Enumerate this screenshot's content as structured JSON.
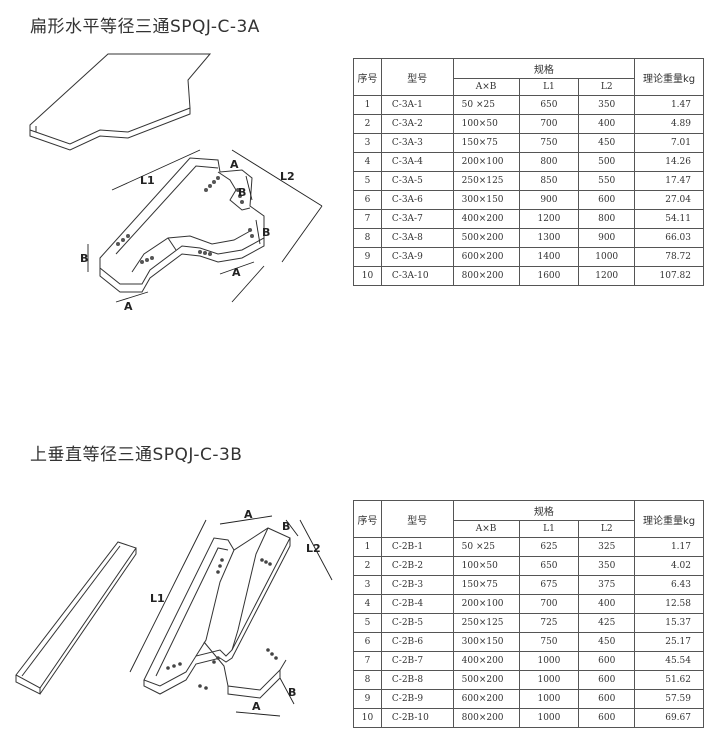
{
  "sections": [
    {
      "title": "扁形水平等径三通SPQJ-C-3A",
      "headers": {
        "no": "序号",
        "model": "型号",
        "spec": "规格",
        "axb": "A×B",
        "l1": "L1",
        "l2": "L2",
        "weight": "理论重量kg"
      },
      "rows": [
        {
          "no": "1",
          "model": "C-3A-1",
          "axb": "50 ×25",
          "l1": "650",
          "l2": "350",
          "weight": "1.47"
        },
        {
          "no": "2",
          "model": "C-3A-2",
          "axb": "100×50",
          "l1": "700",
          "l2": "400",
          "weight": "4.89"
        },
        {
          "no": "3",
          "model": "C-3A-3",
          "axb": "150×75",
          "l1": "750",
          "l2": "450",
          "weight": "7.01"
        },
        {
          "no": "4",
          "model": "C-3A-4",
          "axb": "200×100",
          "l1": "800",
          "l2": "500",
          "weight": "14.26"
        },
        {
          "no": "5",
          "model": "C-3A-5",
          "axb": "250×125",
          "l1": "850",
          "l2": "550",
          "weight": "17.47"
        },
        {
          "no": "6",
          "model": "C-3A-6",
          "axb": "300×150",
          "l1": "900",
          "l2": "600",
          "weight": "27.04"
        },
        {
          "no": "7",
          "model": "C-3A-7",
          "axb": "400×200",
          "l1": "1200",
          "l2": "800",
          "weight": "54.11"
        },
        {
          "no": "8",
          "model": "C-3A-8",
          "axb": "500×200",
          "l1": "1300",
          "l2": "900",
          "weight": "66.03"
        },
        {
          "no": "9",
          "model": "C-3A-9",
          "axb": "600×200",
          "l1": "1400",
          "l2": "1000",
          "weight": "78.72"
        },
        {
          "no": "10",
          "model": "C-3A-10",
          "axb": "800×200",
          "l1": "1600",
          "l2": "1200",
          "weight": "107.82"
        }
      ],
      "diagram_labels": {
        "a": "A",
        "b": "B",
        "l1": "L1",
        "l2": "L2"
      }
    },
    {
      "title": "上垂直等径三通SPQJ-C-3B",
      "headers": {
        "no": "序号",
        "model": "型号",
        "spec": "规格",
        "axb": "A×B",
        "l1": "L1",
        "l2": "L2",
        "weight": "理论重量kg"
      },
      "rows": [
        {
          "no": "1",
          "model": "C-2B-1",
          "axb": "50 ×25",
          "l1": "625",
          "l2": "325",
          "weight": "1.17"
        },
        {
          "no": "2",
          "model": "C-2B-2",
          "axb": "100×50",
          "l1": "650",
          "l2": "350",
          "weight": "4.02"
        },
        {
          "no": "3",
          "model": "C-2B-3",
          "axb": "150×75",
          "l1": "675",
          "l2": "375",
          "weight": "6.43"
        },
        {
          "no": "4",
          "model": "C-2B-4",
          "axb": "200×100",
          "l1": "700",
          "l2": "400",
          "weight": "12.58"
        },
        {
          "no": "5",
          "model": "C-2B-5",
          "axb": "250×125",
          "l1": "725",
          "l2": "425",
          "weight": "15.37"
        },
        {
          "no": "6",
          "model": "C-2B-6",
          "axb": "300×150",
          "l1": "750",
          "l2": "450",
          "weight": "25.17"
        },
        {
          "no": "7",
          "model": "C-2B-7",
          "axb": "400×200",
          "l1": "1000",
          "l2": "600",
          "weight": "45.54"
        },
        {
          "no": "8",
          "model": "C-2B-8",
          "axb": "500×200",
          "l1": "1000",
          "l2": "600",
          "weight": "51.62"
        },
        {
          "no": "9",
          "model": "C-2B-9",
          "axb": "600×200",
          "l1": "1000",
          "l2": "600",
          "weight": "57.59"
        },
        {
          "no": "10",
          "model": "C-2B-10",
          "axb": "800×200",
          "l1": "1000",
          "l2": "600",
          "weight": "69.67"
        }
      ],
      "diagram_labels": {
        "a": "A",
        "b": "B",
        "l1": "L1",
        "l2": "L2"
      }
    }
  ]
}
